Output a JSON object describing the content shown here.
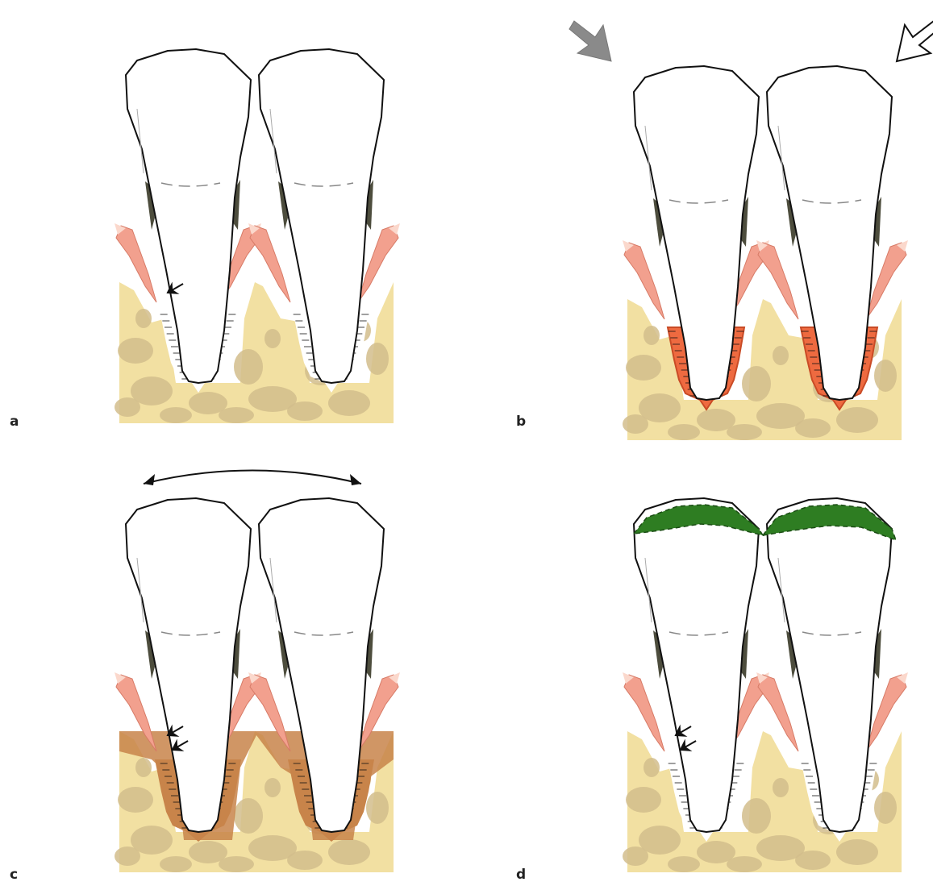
{
  "panels": [
    {
      "label": "a",
      "variant": "normal"
    },
    {
      "label": "b",
      "variant": "inflamed-ligament"
    },
    {
      "label": "c",
      "variant": "widened-ligament"
    },
    {
      "label": "d",
      "variant": "occlusal-restoration"
    }
  ],
  "colors": {
    "bone": "#f2e0a2",
    "bone_trabecula": "#d2bd8c",
    "gingiva": "#f2a08e",
    "gingiva_light": "#fbd8cc",
    "calculus": "#4d4d3d",
    "ligament_inflamed": "#ee6a40",
    "ligament_widened": "#c8844a",
    "restoration": "#2e7d22",
    "force_arrow_fill": "#8a8a8a",
    "outline": "#111111"
  },
  "icons": [
    "force-arrow-filled-icon",
    "force-arrow-outline-icon",
    "double-arrow-icon",
    "pointer-arrow-icon"
  ]
}
